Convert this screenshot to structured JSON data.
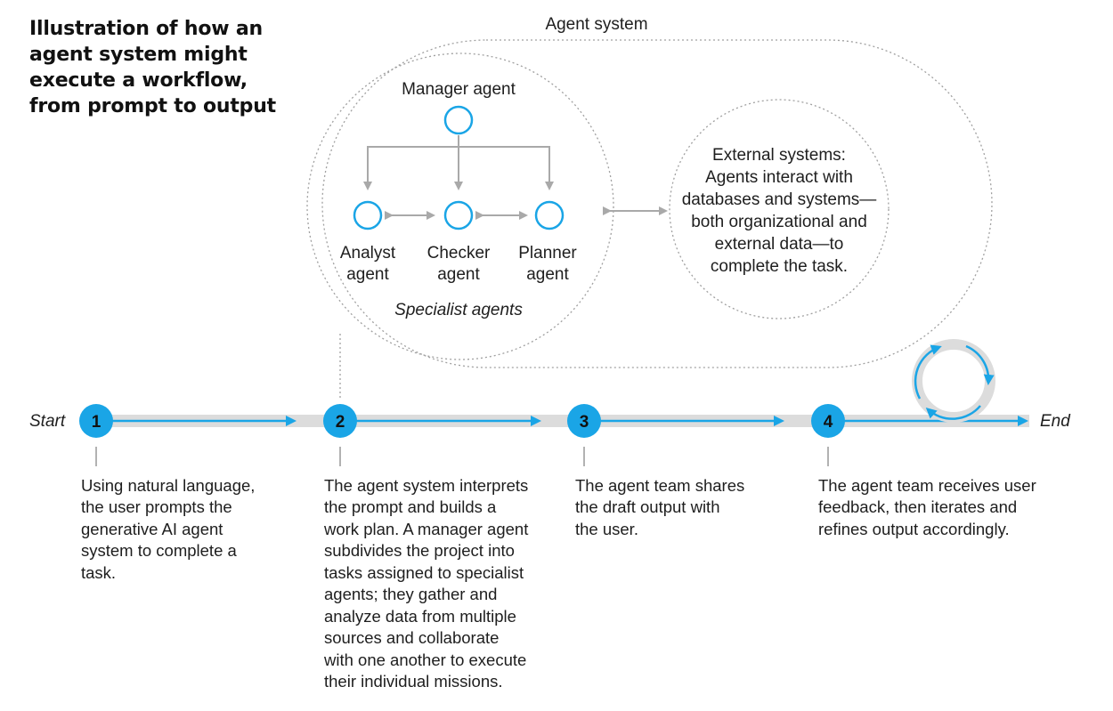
{
  "title": {
    "lines": [
      "Illustration of how an",
      "agent system might",
      "execute a workflow,",
      "from prompt to output"
    ]
  },
  "agent_system": {
    "label": "Agent system",
    "manager": "Manager agent",
    "specialists": [
      {
        "lines": [
          "Analyst",
          "agent"
        ]
      },
      {
        "lines": [
          "Checker",
          "agent"
        ]
      },
      {
        "lines": [
          "Planner",
          "agent"
        ]
      }
    ],
    "specialists_label": "Specialist agents",
    "external_lines": [
      "External systems:",
      "Agents interact with",
      "databases and systems—",
      "both organizational and",
      "external data—to",
      "complete the task."
    ]
  },
  "timeline": {
    "start_label": "Start",
    "end_label": "End",
    "steps": [
      {
        "number": "1",
        "lines": [
          "Using natural language,",
          "the user prompts the",
          "generative AI agent",
          "system to complete a",
          "task."
        ]
      },
      {
        "number": "2",
        "lines": [
          "The agent system interprets",
          "the prompt and builds a",
          "work plan. A manager agent",
          "subdivides the project into",
          "tasks assigned to specialist",
          "agents; they gather and",
          "analyze data from multiple",
          "sources and collaborate",
          "with one another to execute",
          "their individual missions."
        ]
      },
      {
        "number": "3",
        "lines": [
          "The agent team shares",
          "the draft output with",
          "the user."
        ]
      },
      {
        "number": "4",
        "lines": [
          "The agent team receives user",
          "feedback, then iterates and",
          "refines output accordingly."
        ]
      }
    ]
  },
  "colors": {
    "accent": "#1aa5e6",
    "accent_dark": "#0e7fc0",
    "track": "#dcdcdc",
    "connector": "#a9a9a9",
    "dotted": "#a0a0a0"
  }
}
